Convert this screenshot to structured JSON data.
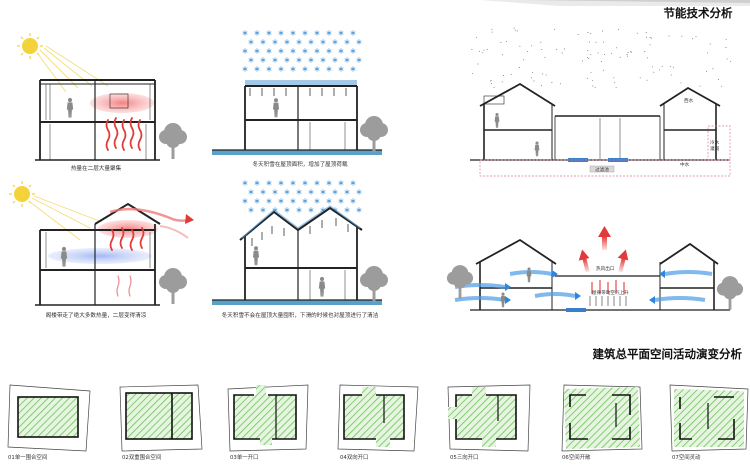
{
  "titles": {
    "energy": "节能技术分析",
    "plan": "建筑总平面空间活动演变分析"
  },
  "captions": {
    "c1": "热量在二层大量聚集",
    "c2": "冬天积雪在屋顶面积，增加了屋顶荷载",
    "c3": "阁楼带走了绝大多数热量，二层变得清凉",
    "c4": "冬天积雪不会在屋顶大量囤积，下滑的时候也对屋顶进行了清洁"
  },
  "section_labels": {
    "west_water": "西水",
    "cold_water": "冷水",
    "irrigation": "灌溉",
    "middle_water": "中水",
    "filter_tank": "过滤池",
    "hot_air_outlet": "热风出口",
    "hot_air_rise": "屋脊带动空气上升"
  },
  "plans": [
    {
      "label": "01单一围合空间"
    },
    {
      "label": "02双重围合空间"
    },
    {
      "label": "03单一开口"
    },
    {
      "label": "04双向开口"
    },
    {
      "label": "05三向开口"
    },
    {
      "label": "06空间开敞"
    },
    {
      "label": "07空间灵动"
    }
  ],
  "colors": {
    "heat": "#f08a8a",
    "cool": "#8fa8ee",
    "water": "#4a8fc6",
    "green": "#7cc86a",
    "tree": "#9a9a9a"
  }
}
